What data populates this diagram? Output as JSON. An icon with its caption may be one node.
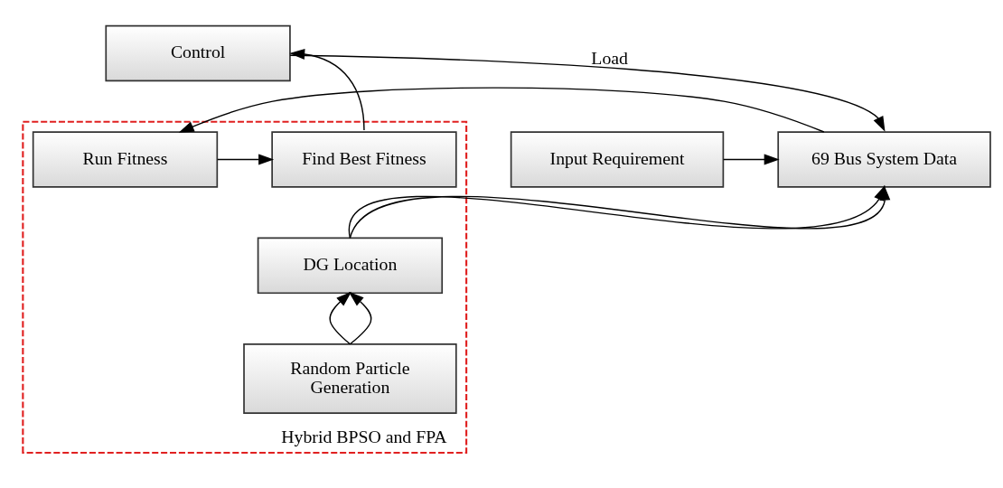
{
  "diagram": {
    "nodes": [
      {
        "text": [
          "Control"
        ]
      },
      {
        "text": [
          "Input Requirement"
        ]
      },
      {
        "text": [
          "69 Bus System Data"
        ]
      },
      {
        "text": [
          "Hybrid BPSO and FPA"
        ]
      },
      {
        "text": [
          "Run Fitness"
        ],
        "in": 3
      },
      {
        "text": [
          "Find Best Fitness"
        ],
        "in": 3
      },
      {
        "text": [
          "DG Location"
        ],
        "in": 3
      },
      {
        "text": [
          "Random Particle Generation"
        ],
        "in": 3
      }
    ],
    "edges": [
      {
        "from": 0,
        "to": 2,
        "arrow": "to",
        "label": "Load"
      },
      {
        "from": 1,
        "to": 2,
        "arrow": "to"
      },
      {
        "from": 2,
        "to": 4,
        "arrow": "to"
      },
      {
        "from": 4,
        "to": 5,
        "arrow": "to"
      },
      {
        "from": 5,
        "to": 0,
        "arrow": "to"
      },
      {
        "from": 6,
        "to": 2,
        "arrow": "to"
      },
      {
        "from": 6,
        "to": 2,
        "arrow": "to"
      },
      {
        "from": 7,
        "to": 6,
        "arrow": "to"
      },
      {
        "from": 7,
        "to": 6,
        "arrow": "to"
      }
    ]
  }
}
